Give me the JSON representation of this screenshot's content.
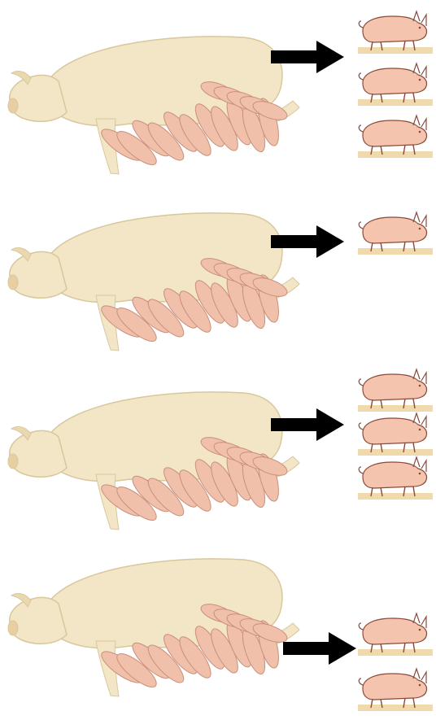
{
  "rows": [
    {
      "piglets": 3
    },
    {
      "piglets": 1
    },
    {
      "piglets": 3
    },
    {
      "piglets": 2
    }
  ],
  "colors": {
    "sow_body": "#f2e6c6",
    "sow_shadow": "#d9c79c",
    "nursing_piglet": "#f0c0aa",
    "nursing_piglet_shadow": "#c98f7a",
    "arrow": "#000000",
    "piglet_drawing_fill": "#f4c4ae",
    "piglet_drawing_line": "#8a4a3a",
    "straw": "#e9c98a"
  }
}
